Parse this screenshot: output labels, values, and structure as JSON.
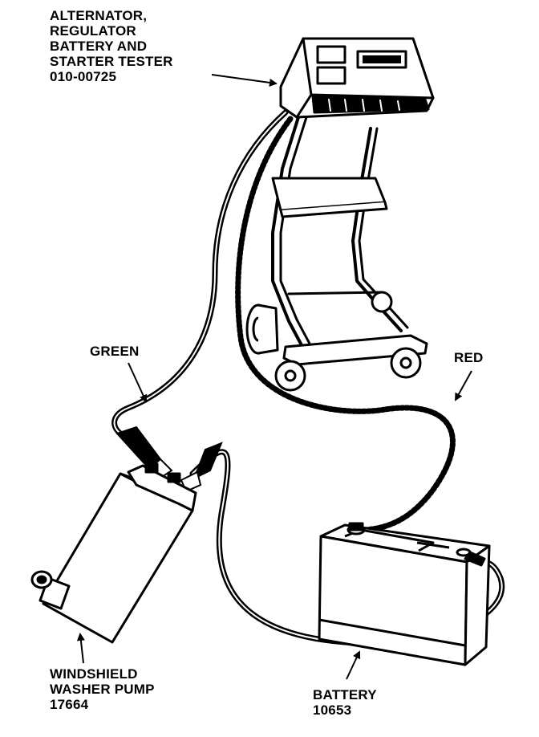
{
  "tester": {
    "lines": [
      "ALTERNATOR,",
      "REGULATOR",
      "BATTERY AND",
      "STARTER TESTER",
      "010-00725"
    ]
  },
  "green_label": "GREEN",
  "red_label": "RED",
  "pump": {
    "lines": [
      "WINDSHIELD",
      "WASHER PUMP",
      "17664"
    ]
  },
  "battery": {
    "lines": [
      "BATTERY",
      "10653"
    ]
  }
}
